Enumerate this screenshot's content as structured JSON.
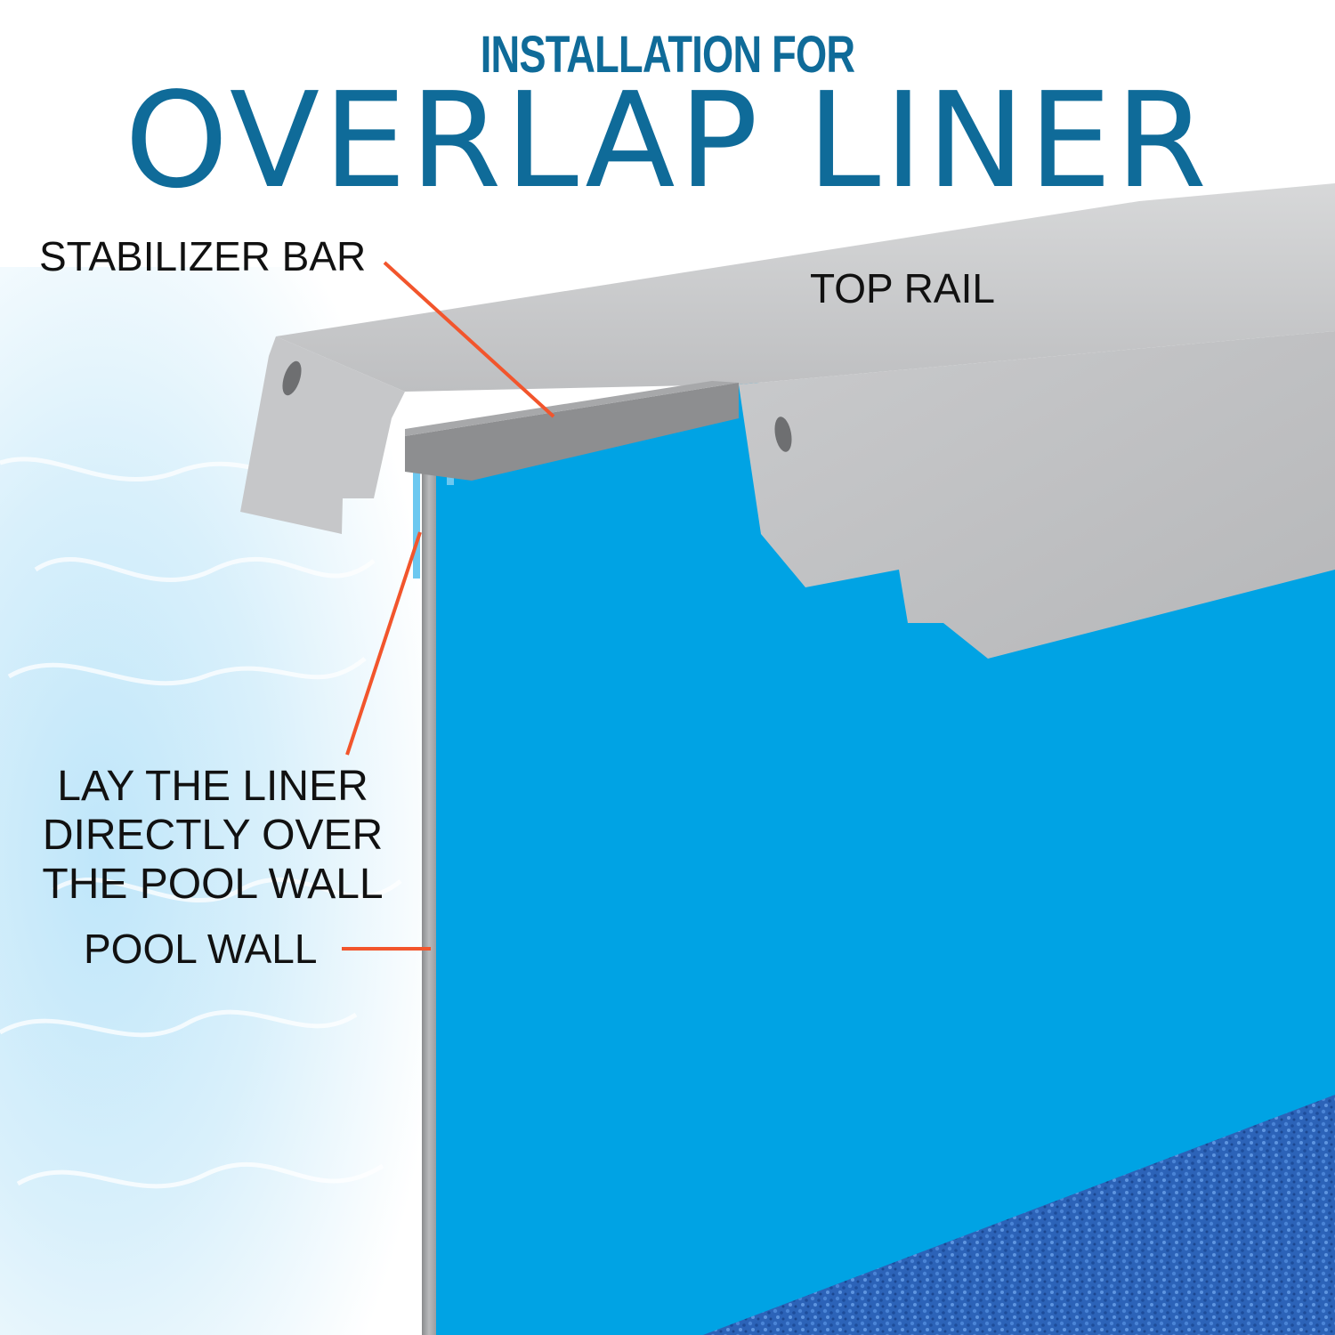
{
  "title": {
    "small": "INSTALLATION FOR",
    "large": "OVERLAP LINER"
  },
  "labels": {
    "stabilizer_bar": "STABILIZER BAR",
    "top_rail": "TOP RAIL",
    "lay_liner": [
      "LAY THE LINER",
      "DIRECTLY OVER",
      "THE POOL WALL"
    ],
    "pool_wall": "POOL WALL"
  },
  "colors": {
    "title": "#0f6b99",
    "liner": "#00a3e4",
    "leader_line": "#f2552c",
    "metal": "#cfd0d1",
    "floor": "#2c63b8"
  }
}
